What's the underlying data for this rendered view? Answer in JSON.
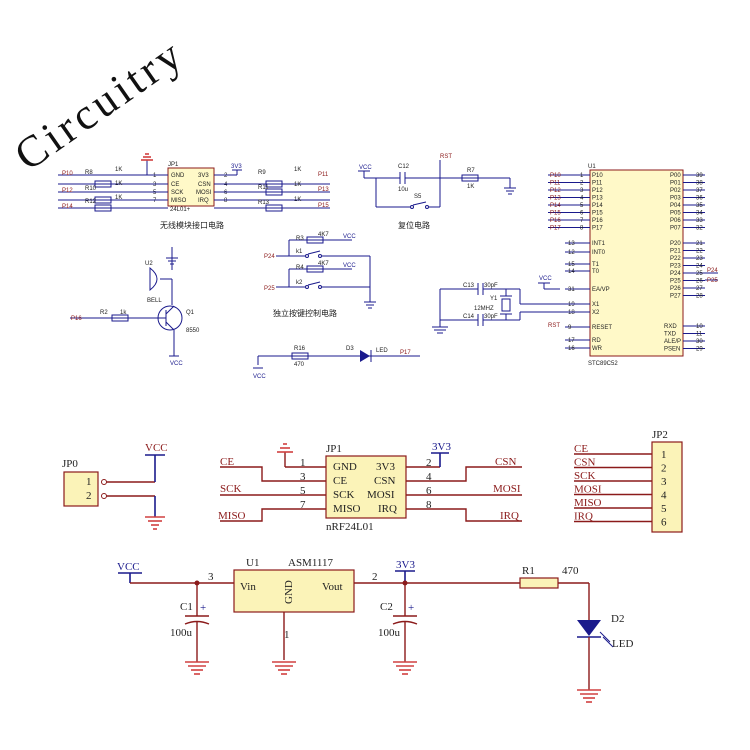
{
  "title": "Circuitry",
  "top_left": {
    "module": "JP1",
    "module_sub": "24L01+",
    "pins_left": [
      "GND",
      "CE",
      "SCK",
      "MISO"
    ],
    "pins_right": [
      "3V3",
      "CSN",
      "MOSI",
      "IRQ"
    ],
    "pin_nums_left": [
      "1",
      "3",
      "5",
      "7"
    ],
    "pin_nums_right": [
      "2",
      "4",
      "6",
      "8"
    ],
    "vcc": "3V3",
    "nets_left": [
      "P10",
      "P12",
      "P14"
    ],
    "res_left": [
      "R8",
      "R10",
      "R12"
    ],
    "res_left_val": [
      "1K",
      "1K",
      "1K"
    ],
    "nets_right": [
      "P11",
      "P13",
      "P15"
    ],
    "res_right": [
      "R9",
      "R11",
      "R13"
    ],
    "res_right_val": [
      "1K",
      "1K",
      "1K"
    ],
    "caption": "无线模块接口电路"
  },
  "reset": {
    "vcc": "VCC",
    "cap": "C12",
    "cap_val": "10u",
    "switch": "S5",
    "rst": "RST",
    "res": "R7",
    "res_val": "1K",
    "caption": "复位电路"
  },
  "buzzer": {
    "ref": "U2",
    "name": "BELL",
    "q": "Q1",
    "q_model": "8550",
    "res": "R2",
    "res_val": "1k",
    "net": "P16",
    "vcc": "VCC"
  },
  "keys": {
    "r1": "R3",
    "r1_val": "4K7",
    "r2": "R4",
    "r2_val": "4K7",
    "k1": "k1",
    "k2": "k2",
    "net1": "P24",
    "net2": "P25",
    "vcc1": "VCC",
    "vcc2": "VCC",
    "caption": "独立按键控制电路"
  },
  "led_small": {
    "res": "R16",
    "res_val": "470",
    "d": "D3",
    "led": "LED",
    "net": "P17",
    "vcc": "VCC"
  },
  "mcu": {
    "ref": "U1",
    "model": "STC89C52",
    "left_nets": [
      "P10",
      "P11",
      "P12",
      "P13",
      "P14",
      "P15",
      "P16",
      "P17"
    ],
    "left_pins_labels": [
      "P10",
      "P11",
      "P12",
      "P13",
      "P14",
      "P15",
      "P16",
      "P17"
    ],
    "left_pin_nums": [
      "1",
      "2",
      "3",
      "4",
      "5",
      "6",
      "7",
      "8"
    ],
    "right_pins_labels": [
      "P00",
      "P01",
      "P02",
      "P03",
      "P04",
      "P05",
      "P06",
      "P07"
    ],
    "right_pin_nums": [
      "39",
      "38",
      "37",
      "36",
      "35",
      "34",
      "33",
      "32"
    ],
    "int_labels": [
      "INT1",
      "INT0",
      "T1",
      "T0",
      "EA/VP",
      "X1",
      "X2",
      "RESET",
      "RD",
      "WR"
    ],
    "int_nums": [
      "13",
      "12",
      "15",
      "14",
      "31",
      "19",
      "18",
      "9",
      "17",
      "16"
    ],
    "p2_labels": [
      "P20",
      "P21",
      "P22",
      "P23",
      "P24",
      "P25",
      "P26",
      "P27"
    ],
    "p2_nums": [
      "21",
      "22",
      "23",
      "24",
      "25",
      "26",
      "27",
      "28"
    ],
    "p2_nets": [
      "P24",
      "P25"
    ],
    "ctrl_labels": [
      "RXD",
      "TXD",
      "ALE/P",
      "PSEN"
    ],
    "ctrl_nums": [
      "10",
      "11",
      "30",
      "29"
    ],
    "vcc": "VCC",
    "c13": "C13",
    "c13_val": "30pF",
    "c14": "C14",
    "c14_val": "30pF",
    "crystal": "Y1",
    "crystal_val": "12MHZ",
    "rst": "RST"
  },
  "jp0": {
    "ref": "JP0",
    "pins": [
      "1",
      "2"
    ],
    "vcc": "VCC"
  },
  "nrf": {
    "ref": "JP1",
    "name": "nRF24L01",
    "pins_left": [
      "GND",
      "CE",
      "SCK",
      "MISO"
    ],
    "pins_right": [
      "3V3",
      "CSN",
      "MOSI",
      "IRQ"
    ],
    "nums_left": [
      "1",
      "3",
      "5",
      "7"
    ],
    "nums_right": [
      "2",
      "4",
      "6",
      "8"
    ],
    "net_left": [
      "CE",
      "SCK",
      "MISO"
    ],
    "net_right": [
      "CSN",
      "MOSI",
      "IRQ"
    ],
    "vcc": "3V3"
  },
  "jp2": {
    "ref": "JP2",
    "nets": [
      "CE",
      "CSN",
      "SCK",
      "MOSI",
      "MISO",
      "IRQ"
    ],
    "pins": [
      "1",
      "2",
      "3",
      "4",
      "5",
      "6"
    ]
  },
  "power": {
    "vcc": "VCC",
    "reg": "U1",
    "reg_model": "ASM1117",
    "vin": "Vin",
    "vout": "Vout",
    "gnd": "GND",
    "pin_in": "3",
    "pin_out": "2",
    "pin_gnd": "1",
    "c1": "C1",
    "c1_val": "100u",
    "c2": "C2",
    "c2_val": "100u",
    "v_out": "3V3",
    "r1": "R1",
    "r1_val": "470",
    "d2": "D2",
    "led": "LED"
  }
}
